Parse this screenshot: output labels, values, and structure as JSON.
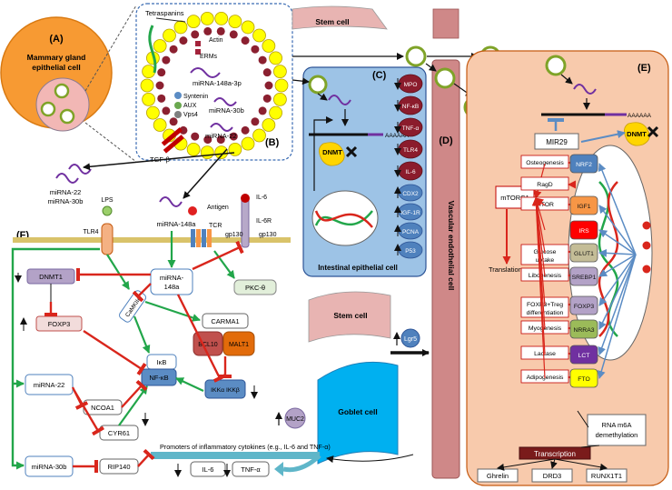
{
  "panelA": {
    "letter": "(A)",
    "cell_line1": "Mammary gland",
    "cell_line2": "epithelial cell"
  },
  "panelB": {
    "letter": "(B)",
    "tetraspanins": "Tetraspanins",
    "actin": "Actin",
    "erms": "ERMs",
    "mirna148a3p": "miRNA-148a-3p",
    "syntenin": "Syntenin",
    "aux": "AUX",
    "vps4": "Vps4",
    "mirna30b": "miRNA-30b",
    "mirna22": "miRNA-22",
    "tgfb": "TGF-β"
  },
  "panelC": {
    "letter": "(C)",
    "stem_top": "Stem cell",
    "title": "Intestinal epithelial cell",
    "aaaa": "AAAAAA",
    "dnmt": "DNMT",
    "markers_red": [
      "MPO",
      "NF-κB",
      "TNF-α",
      "TLR4",
      "IL-6"
    ],
    "markers_blue": [
      "CDX2",
      "IGF-1R",
      "PCNA",
      "P53"
    ],
    "stem_bottom": "Stem cell",
    "lgr5": "Lgr5",
    "goblet": "Goblet cell",
    "muc2": "MUC2"
  },
  "panelD": {
    "letter": "(D)",
    "title": "Vascular endothelial cell"
  },
  "panelE": {
    "letter": "(E)",
    "aaaa": "AAAAAA",
    "mir29": "MIR29",
    "dnmt": "DNMT",
    "mtorc1": "mTORC1",
    "translation": "Translation",
    "rna_m6a": [
      "RNA m6A",
      "demethylation"
    ],
    "transcription": "Transcription",
    "genes": [
      {
        "effect": [
          "Osteogenesis"
        ],
        "label": "NRF2",
        "color": "#4f81bd"
      },
      {
        "effect": [
          "RagD"
        ],
        "label": "",
        "color": ""
      },
      {
        "effect": [
          "mTOR"
        ],
        "label": "IGF1",
        "color": "#f79646"
      },
      {
        "effect": [],
        "label": "IRS",
        "color": "#ff0000"
      },
      {
        "effect": [
          "Glucose",
          "uptake"
        ],
        "label": "GLUT1",
        "color": "#c4bd97"
      },
      {
        "effect": [
          "Libogenesis"
        ],
        "label": "SREBP1",
        "color": "#b3a2c7"
      },
      {
        "effect": [
          "FOXP3+Treg",
          "differentiation"
        ],
        "label": "FOXP3",
        "color": "#b3a2c7"
      },
      {
        "effect": [
          "Myogenesis"
        ],
        "label": "NRRA3",
        "color": "#9bbb59"
      },
      {
        "effect": [
          "Lactase"
        ],
        "label": "LCT",
        "color": "#7030a0"
      },
      {
        "effect": [
          "Adipogenesis"
        ],
        "label": "FTO",
        "color": "#ffff00"
      }
    ],
    "targets": [
      "Ghrelin",
      "DRD3",
      "RUNX1T1"
    ]
  },
  "panelF": {
    "letter": "(F)",
    "mir22_30b": [
      "miRNA-22",
      "miRNA-30b"
    ],
    "lps": "LPS",
    "tlr4": "TLR4",
    "mir148a": "miRNA-148a",
    "antigen": "Antigen",
    "tcr": "TCR",
    "il6": "IL-6",
    "il6r": "IL-6R",
    "gp130": "gp130",
    "dnmt1": "DNMT1",
    "mirna148a_box": [
      "miRNA-",
      "148a"
    ],
    "pkc": "PKC-θ",
    "camk": "CaMKIIα",
    "foxp3": "FOXP3",
    "carma1": "CARMA1",
    "bcl10": "BCL10",
    "malt1": "MALT1",
    "ikb": "IκB",
    "nfkb": "NF-κB",
    "ikk": "IKKα IKKβ",
    "mirna22": "miRNA-22",
    "ncoa1": "NCOA1",
    "cyr61": "CYR61",
    "mirna30b": "miRNA-30b",
    "rip140": "RIP140",
    "promoters": "Promoters of inflammatory cytokines (e.g., IL-6 and TNF-α)",
    "out_il6": "IL-6",
    "out_tnf": "TNF-α"
  }
}
